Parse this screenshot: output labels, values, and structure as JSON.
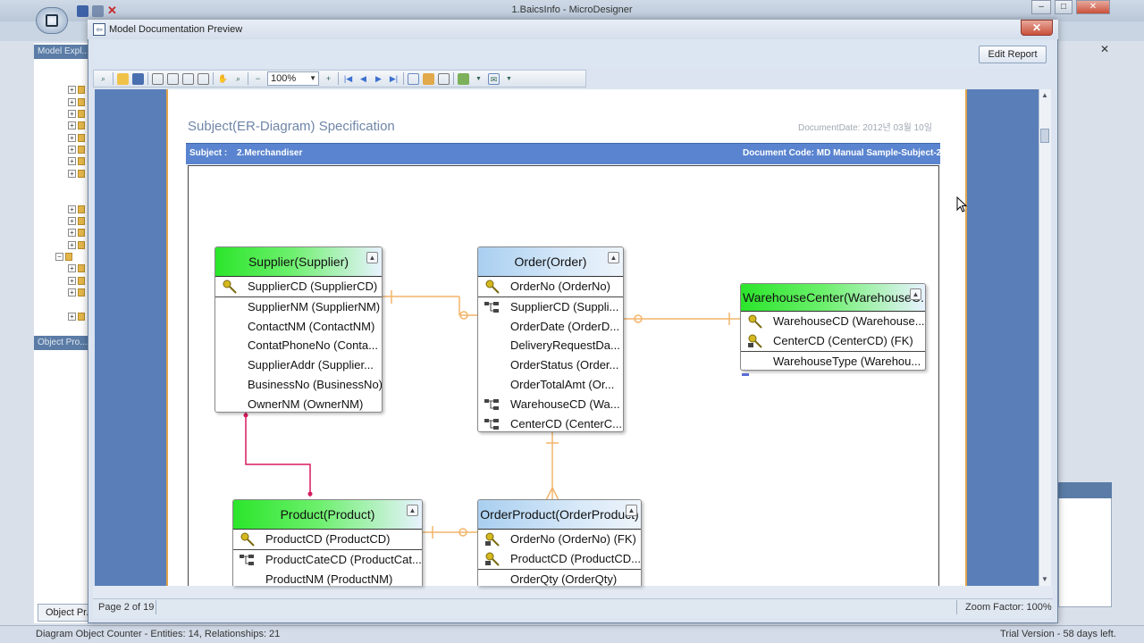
{
  "app": {
    "title": "1.BaicsInfo - MicroDesigner",
    "left_panel_title": "Model Expl...",
    "object_properties_title": "Object Pro...",
    "object_properties_tab": "Object Pr...",
    "status_left": "Diagram Object Counter - Entities: 14, Relationships: 21",
    "status_right": "Trial Version - 58 days left."
  },
  "dialog": {
    "title": "Model Documentation Preview",
    "close_label": "✕",
    "edit_report_label": "Edit Report",
    "zoom_value": "100%",
    "page_info": "Page 2 of 19",
    "zoom_factor": "Zoom Factor: 100%"
  },
  "report": {
    "spec_title": "Subject(ER-Diagram) Specification",
    "doc_date": "DocumentDate: 2012년 03월 10일",
    "subject_label": "Subject :",
    "subject_value": "2.Merchandiser",
    "doc_code": "Document Code: MD Manual Sample-Subject-2"
  },
  "entities": {
    "supplier": {
      "title": "Supplier(Supplier)",
      "attrs": [
        "SupplierCD (SupplierCD)",
        "SupplierNM (SupplierNM)",
        "ContactNM (ContactNM)",
        "ContatPhoneNo (Conta...",
        "SupplierAddr (Supplier...",
        "BusinessNo (BusinessNo)",
        "OwnerNM (OwnerNM)"
      ]
    },
    "order": {
      "title": "Order(Order)",
      "attrs": [
        "OrderNo (OrderNo)",
        "SupplierCD (Suppli...",
        "OrderDate (OrderD...",
        "DeliveryRequestDa...",
        "OrderStatus (Order...",
        "OrderTotalAmt (Or...",
        "WarehouseCD (Wa...",
        "CenterCD (CenterC..."
      ]
    },
    "warehouse": {
      "title": "WarehouseCenter(WarehouseC...",
      "attrs": [
        "WarehouseCD (Warehouse...",
        "CenterCD (CenterCD) (FK)",
        "WarehouseType (Warehou..."
      ]
    },
    "product": {
      "title": "Product(Product)",
      "attrs": [
        "ProductCD (ProductCD)",
        "ProductCateCD (ProductCat...",
        "ProductNM (ProductNM)"
      ]
    },
    "orderproduct": {
      "title": "OrderProduct(OrderProduct)",
      "attrs": [
        "OrderNo (OrderNo) (FK)",
        "ProductCD (ProductCD...",
        "OrderQty (OrderQty)"
      ]
    }
  },
  "colors": {
    "preview_bg": "#5a7fb8",
    "subject_bar": "#5a84cf",
    "entity_green": "#2be52b",
    "relationship_line": "#f2b46a",
    "relationship_pink": "#d81b60"
  }
}
